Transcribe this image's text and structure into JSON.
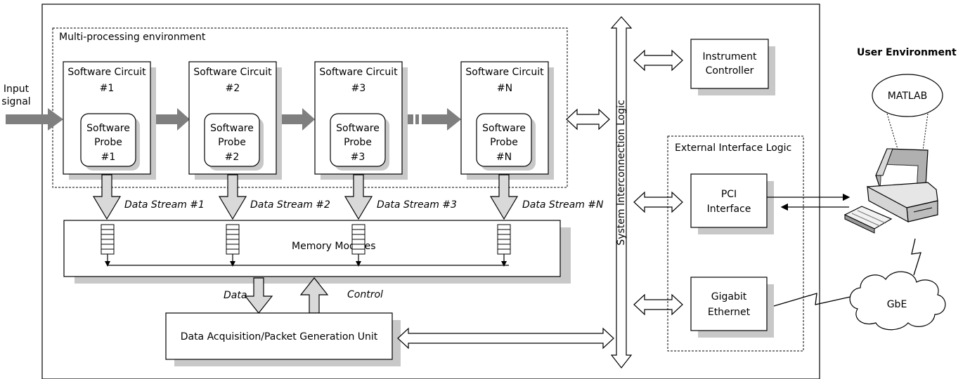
{
  "input_label": [
    "Input",
    "signal"
  ],
  "multi_processing_label": "Multi-processing environment",
  "circuits": [
    {
      "title": "Software Circuit",
      "num": "#1",
      "probe": [
        "Software",
        "Probe",
        "#1"
      ],
      "stream": "Data Stream #1"
    },
    {
      "title": "Software Circuit",
      "num": "#2",
      "probe": [
        "Software",
        "Probe",
        "#2"
      ],
      "stream": "Data Stream #2"
    },
    {
      "title": "Software Circuit",
      "num": "#3",
      "probe": [
        "Software",
        "Probe",
        "#3"
      ],
      "stream": "Data Stream #3"
    },
    {
      "title": "Software Circuit",
      "num": "#N",
      "probe": [
        "Software",
        "Probe",
        "#N"
      ],
      "stream": "Data Stream #N"
    }
  ],
  "memory_modules": "Memory Modules",
  "data_label": "Data",
  "control_label": "Control",
  "daq_unit": "Data Acquisition/Packet Generation Unit",
  "bus_label": "System Interconnection Logic",
  "instrument_controller": [
    "Instrument",
    "Controller"
  ],
  "external_interface_label": "External Interface Logic",
  "pci_interface": [
    "PCI",
    "Interface"
  ],
  "gigabit_ethernet": [
    "Gigabit",
    "Ethernet"
  ],
  "user_environment": "User Environment",
  "matlab": "MATLAB",
  "gbe": "GbE"
}
